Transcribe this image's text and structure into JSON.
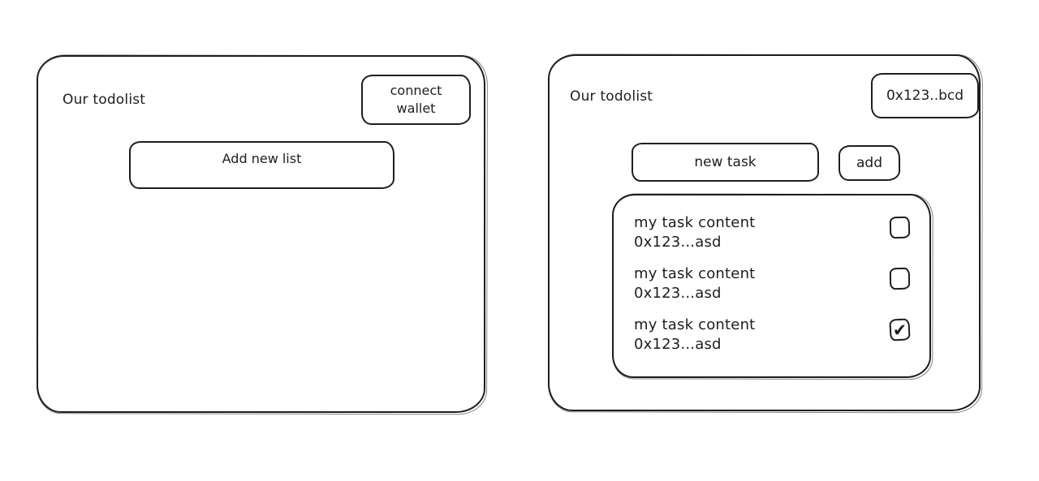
{
  "colors": {
    "stroke": "#1e1e1e",
    "background": "#ffffff"
  },
  "left_panel": {
    "title": "Our todolist",
    "connect_wallet_label": "connect wallet",
    "add_list_label": "Add new list"
  },
  "right_panel": {
    "title": "Our todolist",
    "wallet_address": "0x123..bcd",
    "new_task_placeholder": "new task",
    "add_button_label": "add",
    "tasks": [
      {
        "content": "my task content",
        "address": "0x123...asd",
        "checked": false,
        "check_glyph": ""
      },
      {
        "content": "my task content",
        "address": "0x123...asd",
        "checked": false,
        "check_glyph": ""
      },
      {
        "content": "my task content",
        "address": "0x123...asd",
        "checked": true,
        "check_glyph": "✔"
      }
    ]
  }
}
